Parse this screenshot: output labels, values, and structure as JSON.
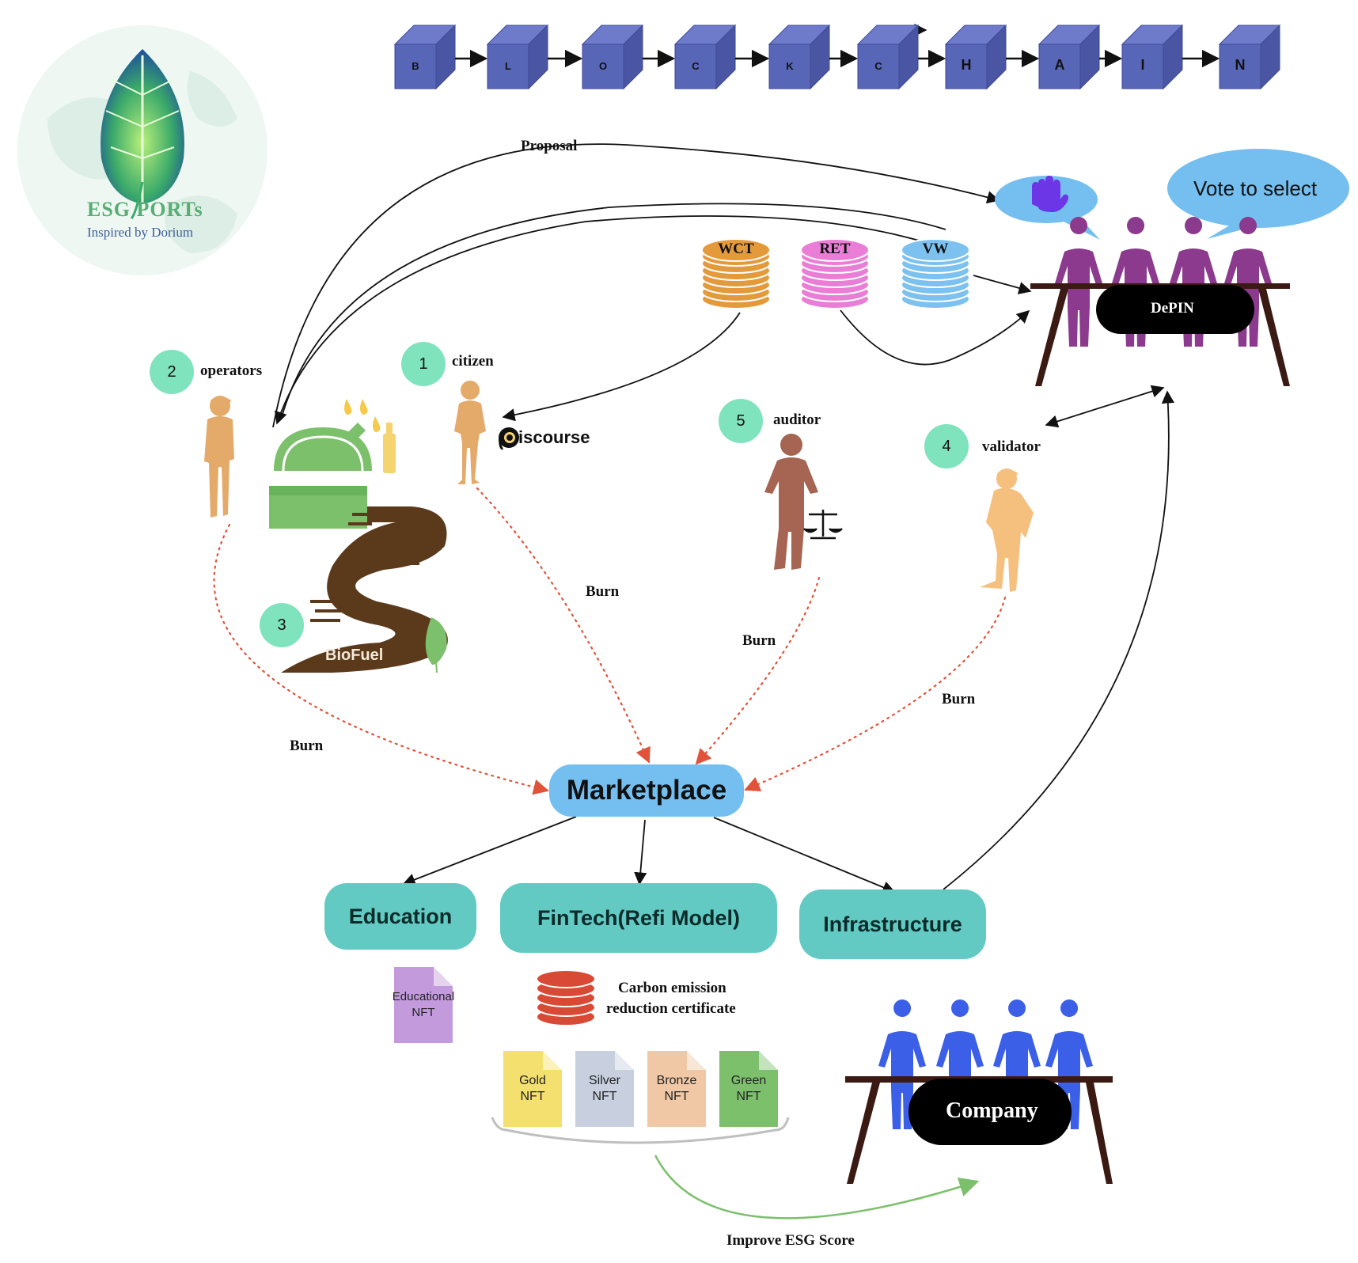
{
  "logo": {
    "brand": "ESG PORTs",
    "tagline": "Inspired by Dorium"
  },
  "blockchain": {
    "letters": [
      "B",
      "L",
      "O",
      "C",
      "K",
      "C",
      "H",
      "A",
      "I",
      "N"
    ],
    "color": "#5866b8"
  },
  "labels": {
    "proposal": "Proposal",
    "burn": "Burn",
    "improve": "Improve ESG Score",
    "certificate_line1": "Carbon emission",
    "certificate_line2": "reduction certificate"
  },
  "tokens": [
    {
      "name": "WCT",
      "color": "#e49a3a"
    },
    {
      "name": "RET",
      "color": "#ea7ed6"
    },
    {
      "name": "VW",
      "color": "#7cc1ef"
    }
  ],
  "callouts": {
    "vote": "Vote to select"
  },
  "actors": [
    {
      "number": "1",
      "role": "citizen"
    },
    {
      "number": "2",
      "role": "operators"
    },
    {
      "number": "3",
      "role": "BioFuel"
    },
    {
      "number": "4",
      "role": "validator"
    },
    {
      "number": "5",
      "role": "auditor"
    }
  ],
  "discourse": "iscourse",
  "depin": "DePIN",
  "marketplace": "Marketplace",
  "sectors": {
    "education": "Education",
    "fintech": "FinTech(Refi Model)",
    "infrastructure": "Infrastructure"
  },
  "nfts": {
    "educational": [
      "Educational",
      "NFT"
    ],
    "tiers": [
      {
        "line1": "Gold",
        "line2": "NFT",
        "color": "#f4e06e"
      },
      {
        "line1": "Silver",
        "line2": "NFT",
        "color": "#c8d0e0"
      },
      {
        "line1": "Bronze",
        "line2": "NFT",
        "color": "#f0c8a6"
      },
      {
        "line1": "Green",
        "line2": "NFT",
        "color": "#7cc06c"
      }
    ]
  },
  "company": "Company",
  "colors": {
    "depin_people": "#8b3a8d",
    "company_people": "#3b5fe6",
    "burn_arrow": "#e0533a",
    "badge": "#7fe3bd",
    "marketplace": "#74bff0",
    "teal": "#62cac3"
  }
}
